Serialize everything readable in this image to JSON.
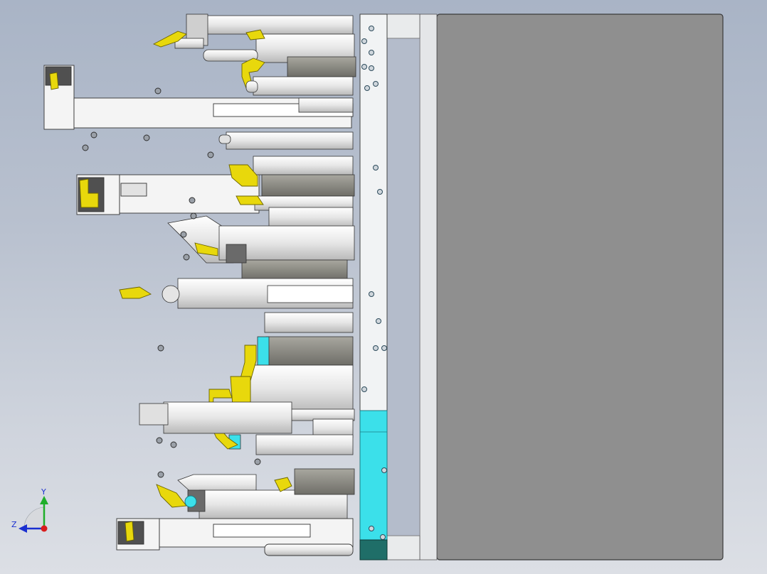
{
  "app": {
    "view": "isometric-cad-viewport"
  },
  "axis_triad": {
    "y_label": "Y",
    "z_label": "Z",
    "y_color": "#1fae2a",
    "z_color": "#1a2fd0",
    "origin_color": "#d81c1c"
  },
  "colors": {
    "background_top": "#a9b4c6",
    "background_bottom": "#dcdfe5",
    "base_plate": "#8f8f8f",
    "mounting_rail": "#f1f3f4",
    "clamp_arm_yellow": "#e8d80c",
    "cyan_block": "#3be0ea",
    "teal_block": "#1f6e68",
    "cylinder_body": "#e8e8e8",
    "dark_block": "#8a8a84"
  },
  "icons": {
    "triad": "xyz-axis-triad-icon"
  }
}
